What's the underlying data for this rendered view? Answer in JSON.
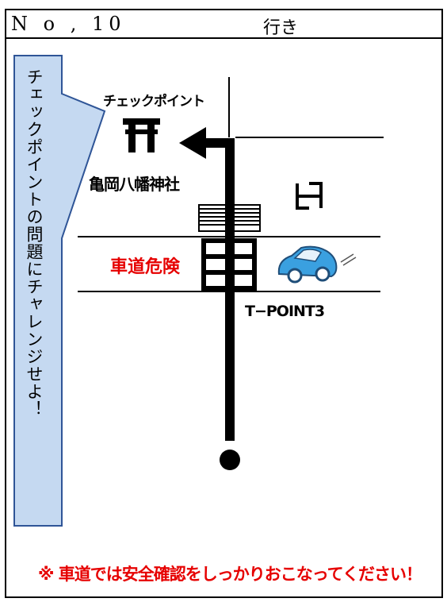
{
  "header": {
    "number": "N o , 10",
    "destination": "行き"
  },
  "callout": {
    "text": "チェックポイントの問題にチャレンジせよ！",
    "fill": "#c5d9f1",
    "stroke": "#2f5597"
  },
  "labels": {
    "checkpoint": "チェックポイント",
    "shrine": "亀岡八幡神社",
    "road_danger": "車道危険",
    "tpoint": "T−POINT3",
    "warning": "※ 車道では安全確認をしっかりおこなってください！"
  },
  "icons": [
    "torii-icon",
    "temple-manji-icon",
    "car-icon",
    "route-arrow-icon",
    "start-dot-icon",
    "crosswalk-icon"
  ],
  "colors": {
    "danger_red": "#e60000",
    "car_blue": "#3aa0e0"
  }
}
